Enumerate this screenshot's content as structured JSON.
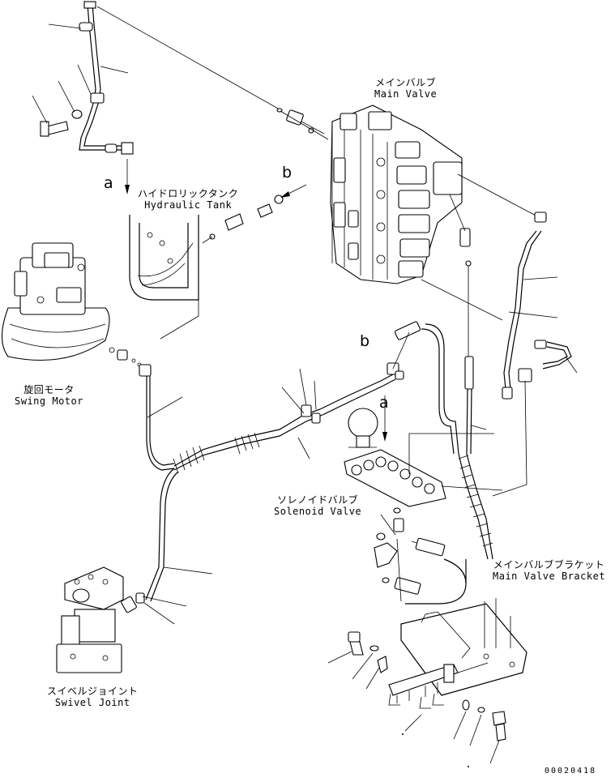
{
  "labels": {
    "main_valve": {
      "jp": "メインバルブ",
      "en": "Main Valve"
    },
    "hydraulic_tank": {
      "jp": "ハイドロリックタンク",
      "en": "Hydraulic Tank"
    },
    "swing_motor": {
      "jp": "旋回モータ",
      "en": "Swing Motor"
    },
    "solenoid_valve": {
      "jp": "ソレノイドバルブ",
      "en": "Solenoid Valve"
    },
    "main_valve_bracket": {
      "jp": "メインバルブブラケット",
      "en": "Main Valve Bracket"
    },
    "swivel_joint": {
      "jp": "スイベルジョイント",
      "en": "Swivel Joint"
    }
  },
  "connection_markers": {
    "a_top": "a",
    "b_top": "b",
    "b_mid": "b",
    "a_mid": "a"
  },
  "document_number": "00020418",
  "colors": {
    "line": "#000000",
    "background": "#ffffff"
  }
}
